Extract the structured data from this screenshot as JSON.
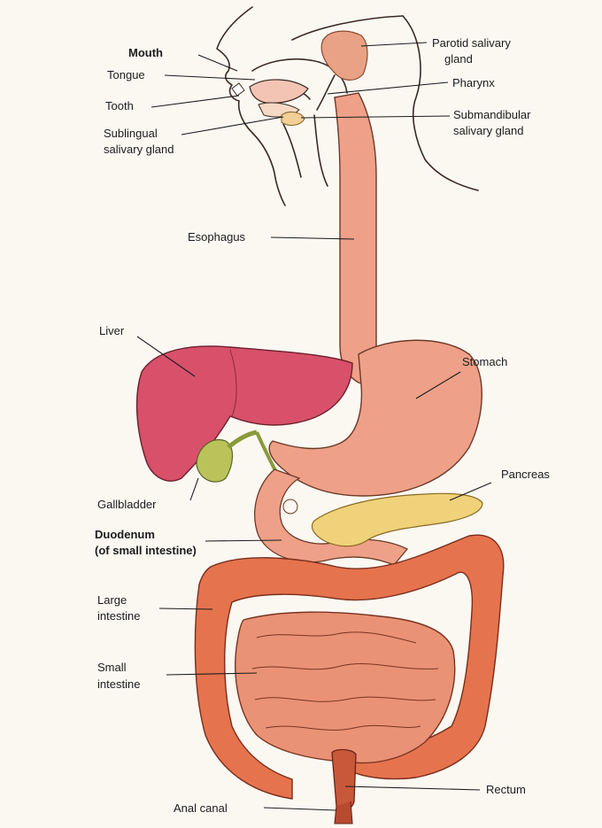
{
  "labels": {
    "mouth": "Mouth",
    "tongue": "Tongue",
    "tooth": "Tooth",
    "sublingual_1": "Sublingual",
    "sublingual_2": "salivary gland",
    "parotid_1": "Parotid salivary",
    "parotid_2": "gland",
    "pharynx": "Pharynx",
    "submandibular_1": "Submandibular",
    "submandibular_2": "salivary gland",
    "esophagus": "Esophagus",
    "liver": "Liver",
    "stomach": "Stomach",
    "gallbladder": "Gallbladder",
    "pancreas": "Pancreas",
    "duodenum_1": "Duodenum",
    "duodenum_2": "(of small intestine)",
    "large_intestine_1": "Large",
    "large_intestine_2": "intestine",
    "small_intestine_1": "Small",
    "small_intestine_2": "intestine",
    "rectum": "Rectum",
    "anal_canal": "Anal canal"
  },
  "colors": {
    "background": "#fbf8f2",
    "esophagus_stomach": "#efa088",
    "liver": "#d8506a",
    "gallbladder": "#b9c35a",
    "pancreas": "#efd27a",
    "large_intestine": "#e5734e",
    "small_intestine": "#ea9276",
    "rectum": "#c8583a",
    "salivary_gland": "#e9a285"
  }
}
